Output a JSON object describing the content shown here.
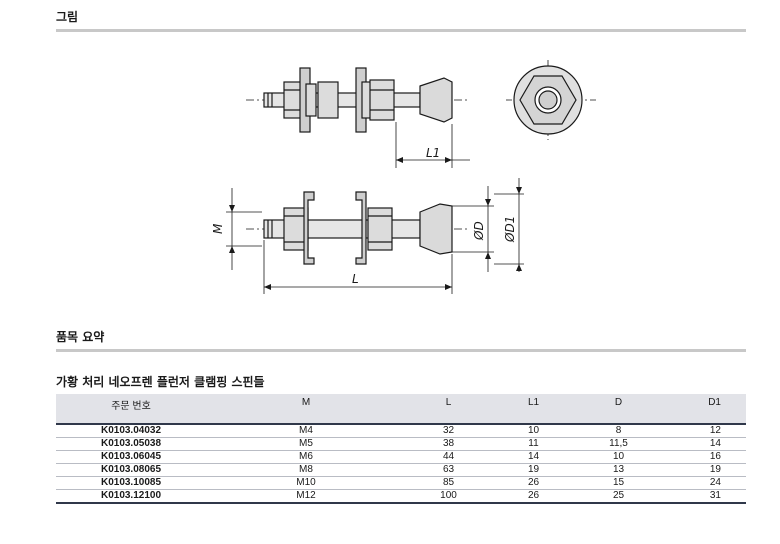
{
  "sections": {
    "figure_title": "그림",
    "summary_title": "품목 요약"
  },
  "drawing_labels": {
    "L1": "L1",
    "L": "L",
    "M": "M",
    "D": "ØD",
    "D1": "ØD1"
  },
  "product": {
    "title": "가황 처리 네오프렌 플런저 클램핑 스핀들"
  },
  "table": {
    "headers": [
      "주문 번호",
      "M",
      "L",
      "L1",
      "D",
      "D1"
    ],
    "rows": [
      [
        "K0103.04032",
        "M4",
        "32",
        "10",
        "8",
        "12"
      ],
      [
        "K0103.05038",
        "M5",
        "38",
        "11",
        "11,5",
        "14"
      ],
      [
        "K0103.06045",
        "M6",
        "44",
        "14",
        "10",
        "16"
      ],
      [
        "K0103.08065",
        "M8",
        "63",
        "19",
        "13",
        "19"
      ],
      [
        "K0103.10085",
        "M10",
        "85",
        "26",
        "15",
        "24"
      ],
      [
        "K0103.12100",
        "M12",
        "100",
        "26",
        "25",
        "31"
      ]
    ]
  }
}
